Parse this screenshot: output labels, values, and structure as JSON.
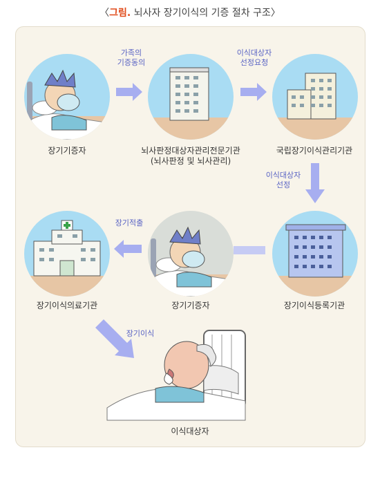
{
  "title": {
    "lead": "그림.",
    "text": "뇌사자 장기이식의 기증 절차 구조"
  },
  "nodes": {
    "donor1": "장기기증자",
    "brain_death_org": {
      "line1": "뇌사판정대상자관리전문기관",
      "line2": "(뇌사판정 및 뇌사관리)"
    },
    "national_org": "국립장기이식관리기관",
    "registry_org": "장기이식등록기관",
    "donor2": "장기기증자",
    "medical_org": "장기이식의료기관",
    "recipient": "이식대상자"
  },
  "edges": {
    "family_consent": {
      "line1": "가족의",
      "line2": "기증동의"
    },
    "request_selection": {
      "line1": "이식대상자",
      "line2": "선정요청"
    },
    "selection": {
      "line1": "이식대상자",
      "line2": "선정"
    },
    "extraction": "장기적출",
    "transplant": "장기이식"
  },
  "colors": {
    "accent": "#e04a1a",
    "arrow": "#a7aef0",
    "sky": "#a9dcf3",
    "ground": "#e7c6a5",
    "edge_text": "#5a64c4"
  }
}
